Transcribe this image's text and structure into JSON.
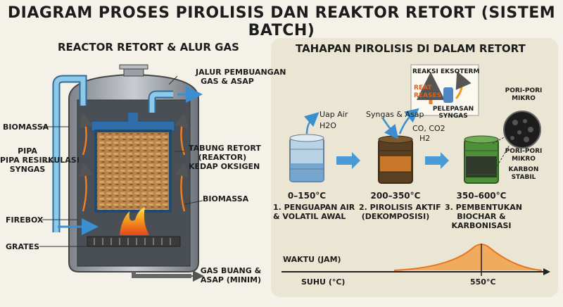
{
  "title": "DIAGRAM PROSES PIROLISIS DAN REAKTOR RETORT (SISTEM BATCH)",
  "left": {
    "heading": "REACTOR RETORT & ALUR GAS",
    "labels": {
      "exhaust_1": "JALUR PEMBUANGAN",
      "exhaust_2": "GAS & ASAP",
      "biomassa_top": "BIOMASSA",
      "pipa_1": "PIPA",
      "pipa_2": "PIPA RESIRKULASI",
      "pipa_3": "SYNGAS",
      "tabung_1": "TABUNG RETORT",
      "tabung_2": "(REAKTOR)",
      "tabung_3": "KEDAP OKSIGEN",
      "biomassa_right": "BIOMASSA",
      "firebox": "FIREBOX",
      "grates": "GRATES",
      "gas_out_1": "GAS BUANG &",
      "gas_out_2": "ASAP (MINIM)"
    }
  },
  "right": {
    "heading": "TAHAPAN PIROLISIS DI DALAM RETORT",
    "inset": {
      "title": "REAKSI EKSOTERM",
      "heat_1": "REAT",
      "heat_2": "REASES",
      "release_1": "PELEPASAN",
      "release_2": "SYNGAS"
    },
    "gas_labels": {
      "uap": "Uap Air",
      "h2o": "H2O",
      "syngas": "Syngas & Asap",
      "co": "CO, CO2",
      "h2": "H2"
    },
    "pore_labels": {
      "mikro_1": "PORI-PORI",
      "mikro_2": "MIKRO",
      "pori_1": "PORI-PORI",
      "pori_2": "MIKRO",
      "karbon_1": "KARBON",
      "karbon_2": "STABIL"
    },
    "stages": [
      {
        "temp": "0–150°C",
        "line1": "1. PENGUAPAN AIR",
        "line2": "& VOLATIL AWAL",
        "line3": ""
      },
      {
        "temp": "200–350°C",
        "line1": "2. PIROLISIS AKTIF",
        "line2": "(DEKOMPOSISI)",
        "line3": ""
      },
      {
        "temp": "350–600°C",
        "line1": "3. PEMBENTUKAN",
        "line2": "BIOCHAR &",
        "line3": "KARBONISASI"
      }
    ],
    "timeline": {
      "waktu": "WAKTU (JAM)",
      "suhu": "SUHU (°C)",
      "peak": "550°C"
    }
  },
  "colors": {
    "background": "#f4f1e8",
    "panel": "#ebe5d3",
    "steel": "#9aa0a6",
    "pipe_blue": "#8ec9ea",
    "fire": "#f39a1e",
    "drum1": "#b9d3e6",
    "drum2": "#7a5a2e",
    "drum3": "#4f8f3a",
    "curve": "#e8741f"
  }
}
